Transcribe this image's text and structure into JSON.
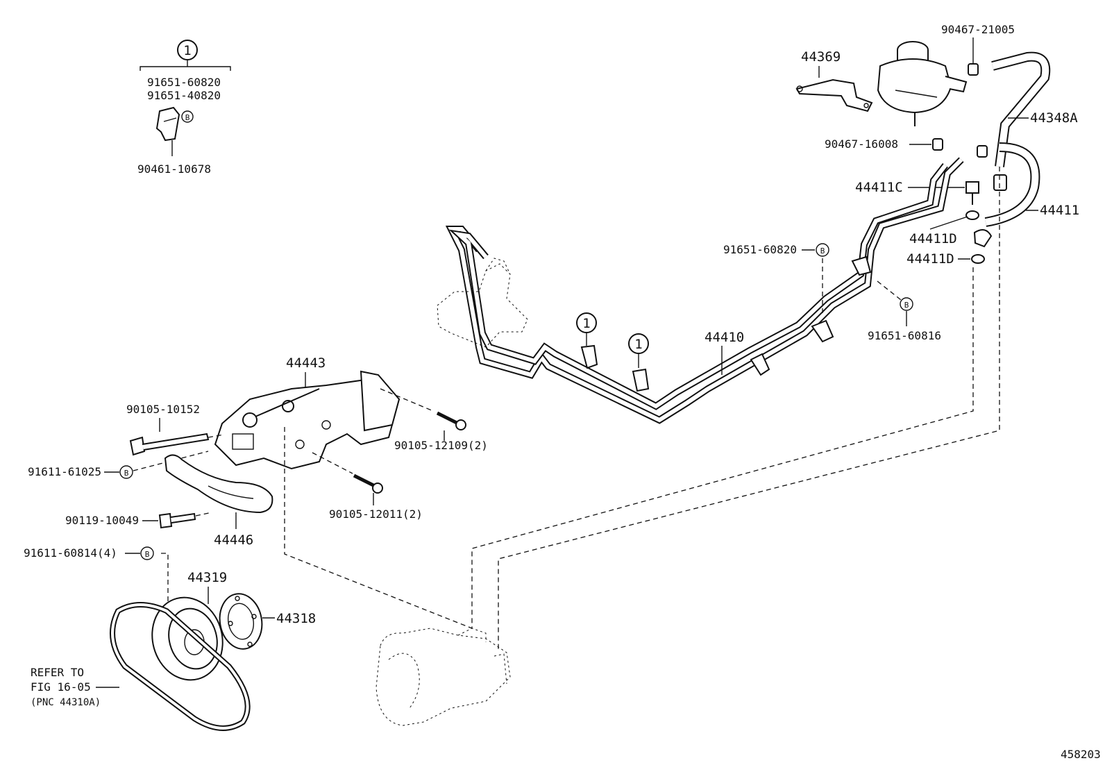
{
  "diagram": {
    "figure_id": "458203",
    "callout_symbol": "1",
    "bolt_symbol": "B",
    "kit": {
      "parts": [
        "91651-60820",
        "91651-40820"
      ],
      "clip_part": "90461-10678"
    },
    "labels": {
      "p44369": "44369",
      "p90467_21005": "90467-21005",
      "p44348A": "44348A",
      "p90467_16008": "90467-16008",
      "p44411C": "44411C",
      "p44411": "44411",
      "p44411D_a": "44411D",
      "p44411D_b": "44411D",
      "p91651_60820": "91651-60820",
      "p91651_60816": "91651-60816",
      "p44410": "44410",
      "p44443": "44443",
      "p90105_10152": "90105-10152",
      "p90105_12109": "90105-12109(2)",
      "p91611_61025": "91611-61025",
      "p90105_12011": "90105-12011(2)",
      "p90119_10049": "90119-10049",
      "p44446": "44446",
      "p91611_60814": "91611-60814(4)",
      "p44319": "44319",
      "p44318": "44318"
    },
    "refer_note": [
      "REFER TO",
      "FIG 16-05",
      "(PNC 44310A)"
    ]
  }
}
